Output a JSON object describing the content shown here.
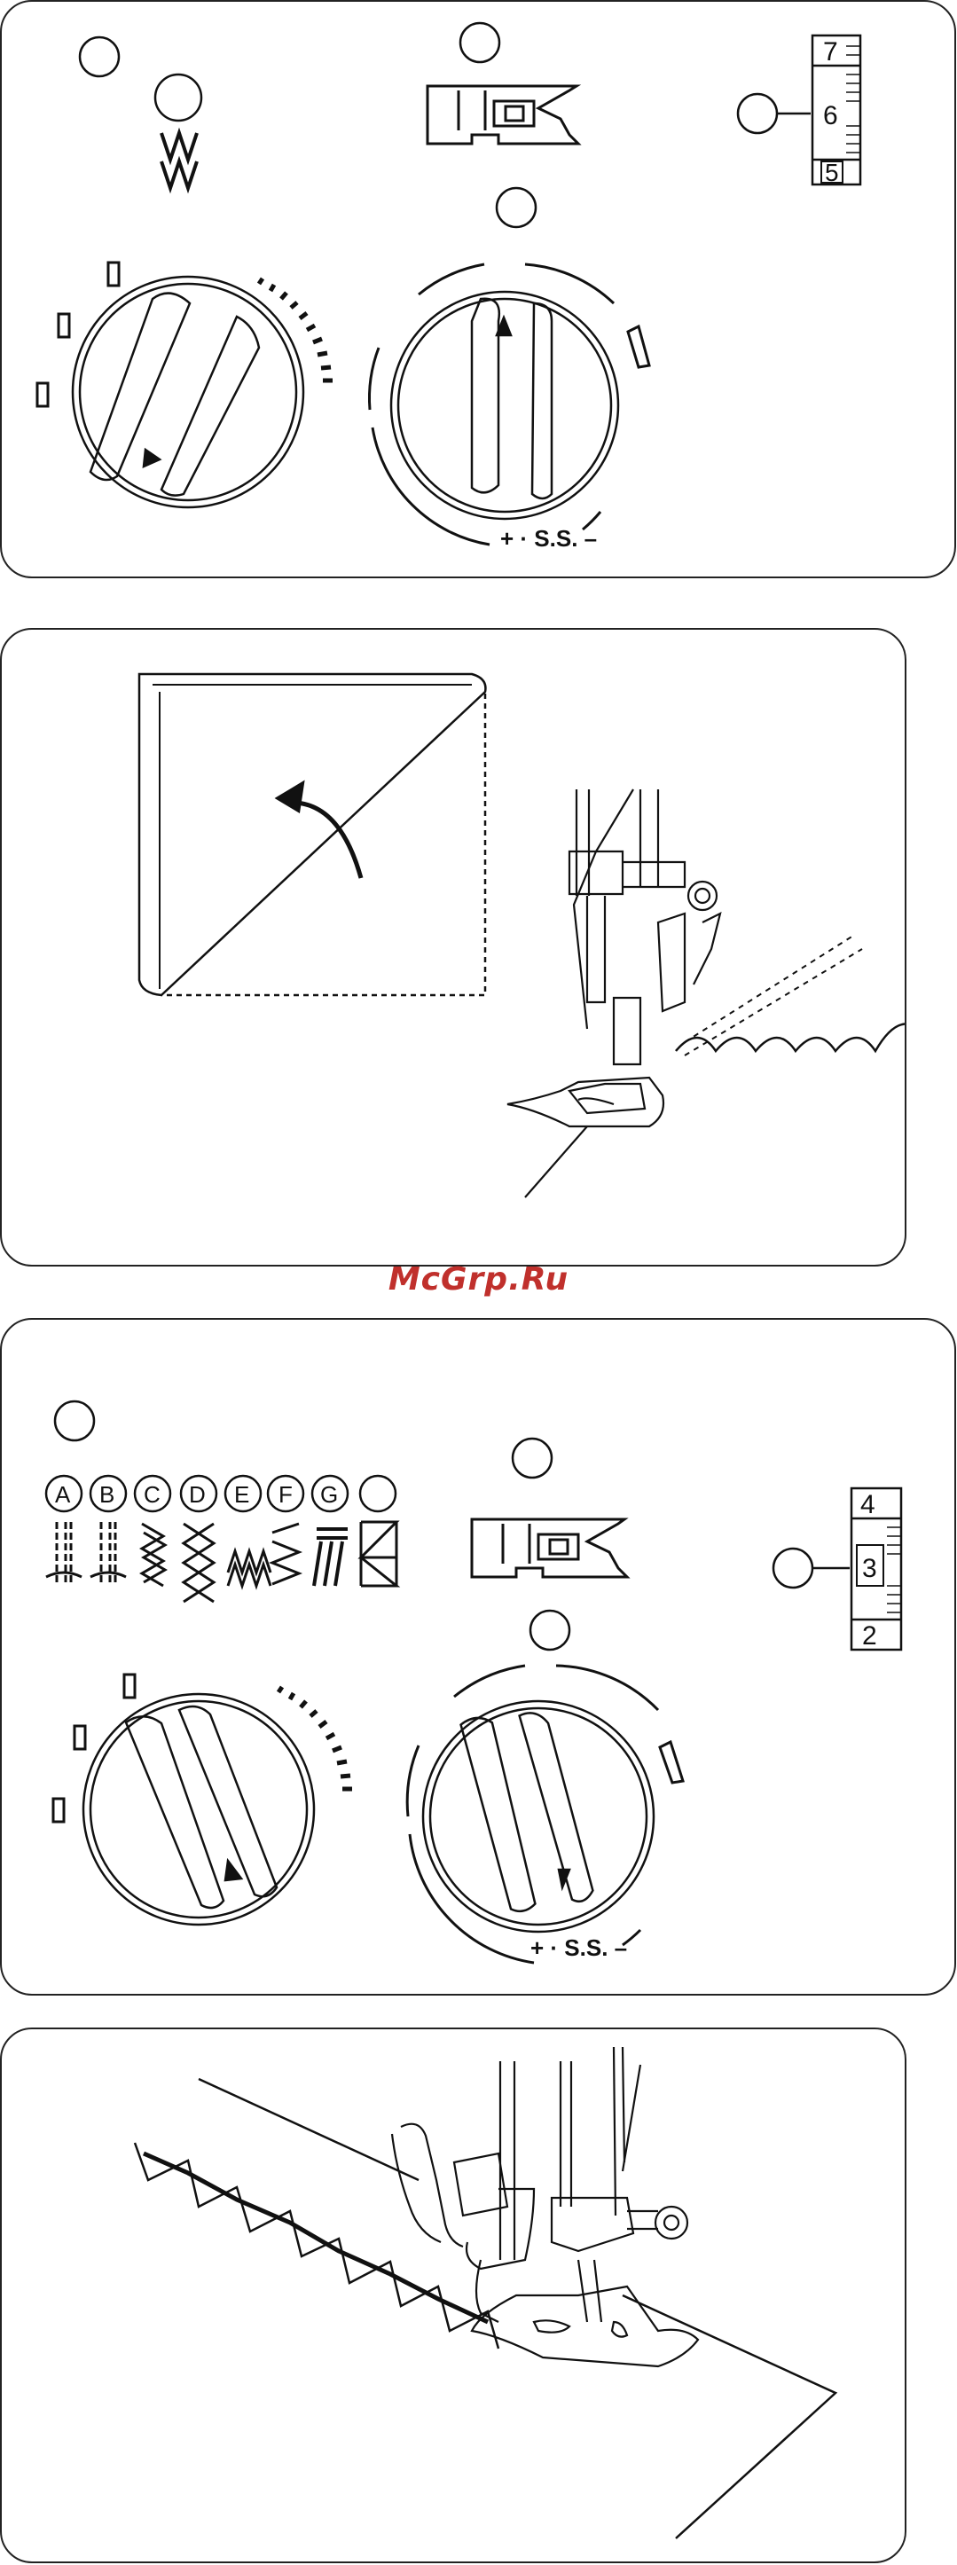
{
  "watermark": "McGrp.Ru",
  "panel1": {
    "length_scale": [
      "7",
      "6",
      "5"
    ],
    "dial_label": "+ · S.S. –"
  },
  "panel3": {
    "pattern_letters": [
      "A",
      "B",
      "C",
      "D",
      "E",
      "F",
      "G"
    ],
    "length_scale": [
      "4",
      "3",
      "2"
    ],
    "dial_label": "+ · S.S. –"
  },
  "colors": {
    "line": "#111111",
    "watermark": "#c0302c"
  }
}
